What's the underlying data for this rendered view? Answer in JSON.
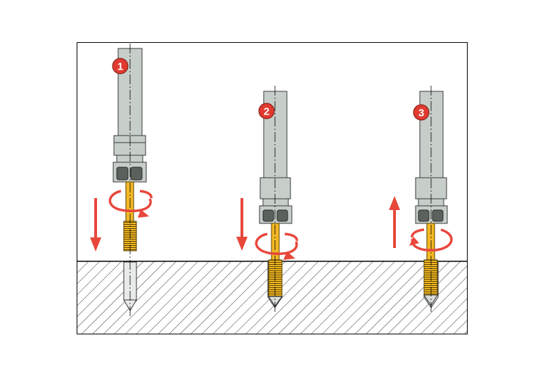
{
  "colors": {
    "background": "#ffffff",
    "frame": "#000000",
    "tool_body": "#c7cec9",
    "tool_outline": "#3a3a3a",
    "tap_gold": "#f2b824",
    "arrow_red": "#e8473c",
    "badge_red": "#e03a30",
    "hatch": "#333333",
    "hole_fill": "#e9ebea"
  },
  "steps": [
    {
      "number": "1",
      "tool": "tapping-holder",
      "motion": "down",
      "rotation": "clockwise"
    },
    {
      "number": "2",
      "tool": "tapping-holder",
      "motion": "down",
      "rotation": "clockwise"
    },
    {
      "number": "3",
      "tool": "tapping-holder",
      "motion": "up",
      "rotation": "counter-clockwise"
    }
  ],
  "icons": {
    "down_arrow": "arrow-down-icon",
    "up_arrow": "arrow-up-icon",
    "rotation": "rotation-arrow-icon"
  }
}
